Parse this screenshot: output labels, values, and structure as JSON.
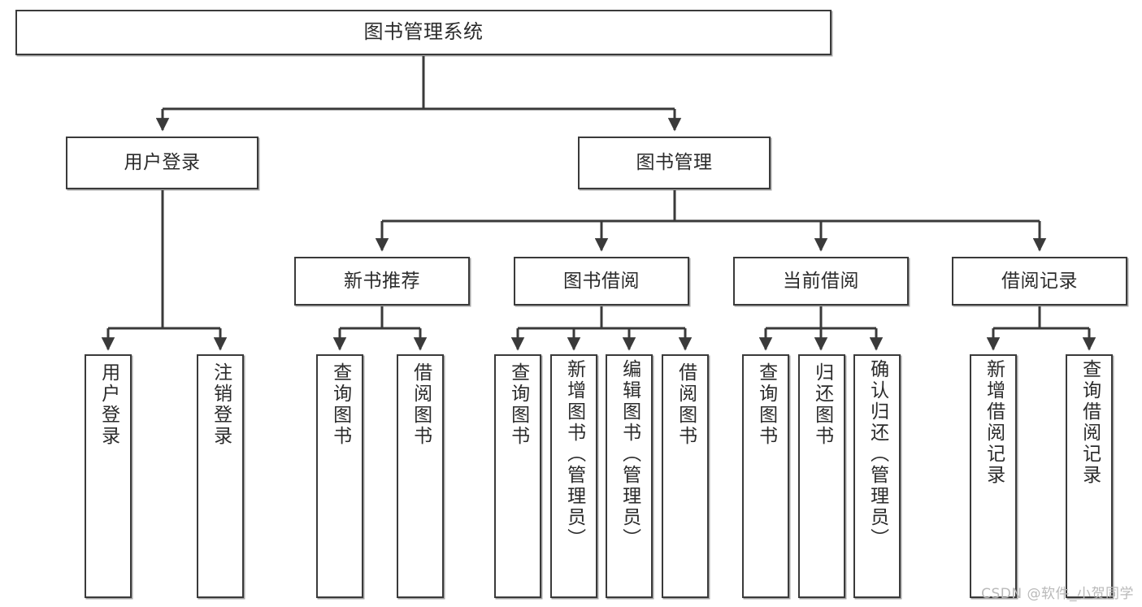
{
  "diagram": {
    "title": "图书管理系统",
    "type": "tree-hierarchy-chart",
    "stroke_color": "#3a3a3a",
    "fill_color": "#ffffff",
    "text_color": "#2b2b2b"
  },
  "root": {
    "label": "图书管理系统"
  },
  "level2": [
    {
      "label": "用户登录"
    },
    {
      "label": "图书管理"
    }
  ],
  "level3": [
    {
      "label": "新书推荐"
    },
    {
      "label": "图书借阅"
    },
    {
      "label": "当前借阅"
    },
    {
      "label": "借阅记录"
    }
  ],
  "leaves": {
    "user_login": [
      {
        "label": "用户登录"
      },
      {
        "label": "注销登录"
      }
    ],
    "new_book_recommend": [
      {
        "label": "查询图书"
      },
      {
        "label": "借阅图书"
      }
    ],
    "book_borrow": [
      {
        "label": "查询图书"
      },
      {
        "label": "新增图书（管理员）"
      },
      {
        "label": "编辑图书（管理员）"
      },
      {
        "label": "借阅图书"
      }
    ],
    "current_borrow": [
      {
        "label": "查询图书"
      },
      {
        "label": "归还图书"
      },
      {
        "label": "确认归还（管理员）"
      }
    ],
    "borrow_record": [
      {
        "label": "新增借阅记录"
      },
      {
        "label": "查询借阅记录"
      }
    ]
  },
  "watermark": {
    "text": "CSDN @软件_小贺同学"
  }
}
